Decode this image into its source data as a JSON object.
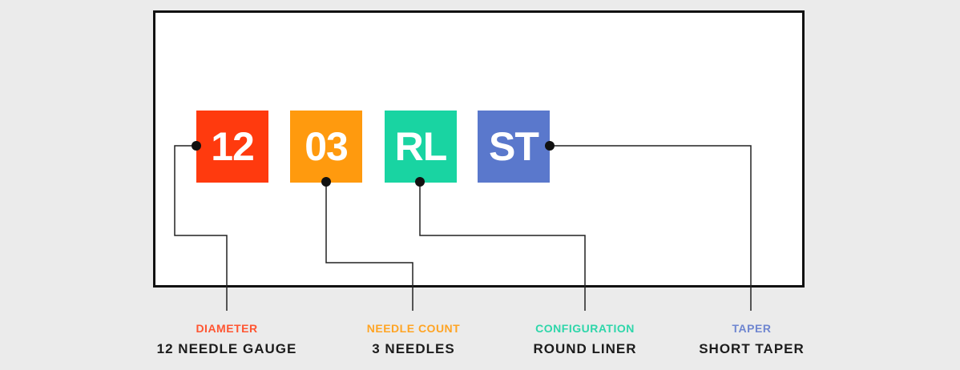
{
  "codes": [
    {
      "code": "12",
      "color": "#ff3a0e",
      "category": "DIAMETER",
      "category_color": "#ff5531",
      "value": "12 NEEDLE GAUGE"
    },
    {
      "code": "03",
      "color": "#ff9a0e",
      "category": "NEEDLE COUNT",
      "category_color": "#ffa424",
      "value": "3 NEEDLES"
    },
    {
      "code": "RL",
      "color": "#19d4a2",
      "category": "CONFIGURATION",
      "category_color": "#2ed6aa",
      "value": "ROUND LINER"
    },
    {
      "code": "ST",
      "color": "#5a78cc",
      "category": "TAPER",
      "category_color": "#6f86d0",
      "value": "SHORT TAPER"
    }
  ]
}
